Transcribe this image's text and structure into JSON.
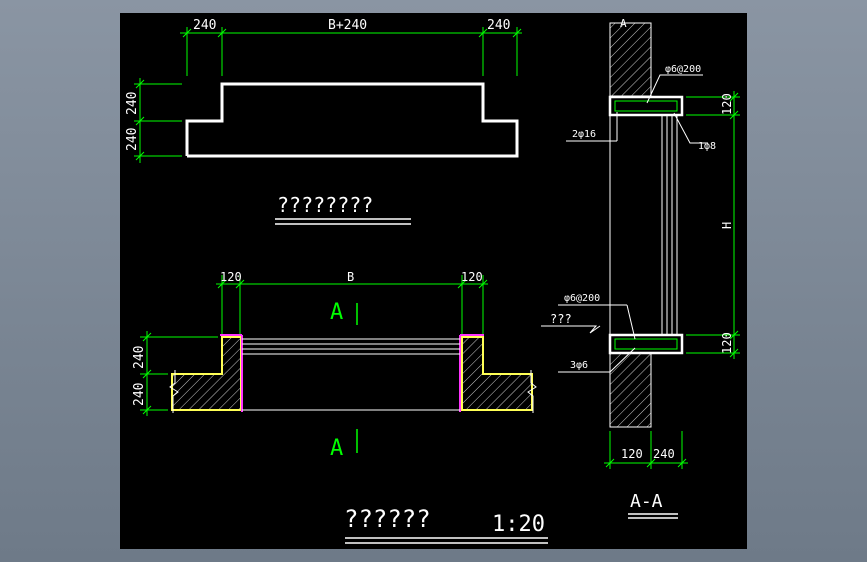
{
  "colors": {
    "frame": "#7a8694",
    "canvas": "#000000",
    "outline": "#ffffff",
    "dimension": "#00ff00",
    "section_mark": "#00ff00",
    "hatch": "#ffff55",
    "edge": "#ff33ff"
  },
  "top_view": {
    "dims_top": [
      "240",
      "B+240",
      "240"
    ],
    "dims_left": [
      "240",
      "240"
    ],
    "title": "????????"
  },
  "plan_view": {
    "dims_top": [
      "120",
      "B",
      "120"
    ],
    "dims_left": [
      "240",
      "240"
    ],
    "section_label": "A",
    "title": "??????",
    "scale": "1:20"
  },
  "section_view": {
    "top_marker": "A",
    "rebar_top": "φ6@200",
    "rebar_left_top": "2φ16",
    "rebar_right_top": "1φ8",
    "height_label": "H",
    "dim_right_top": "120",
    "dim_right_bottom": "120",
    "rebar_bottom": "φ6@200",
    "level_mark": "???",
    "rebar_left_bottom": "3φ6",
    "dims_bottom": [
      "120",
      "240"
    ],
    "title": "A-A"
  }
}
